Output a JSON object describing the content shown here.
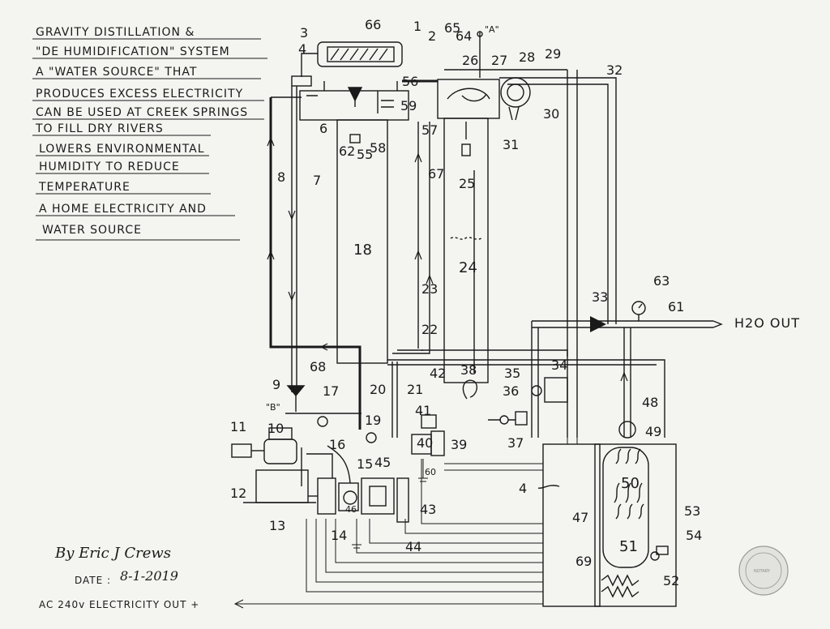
{
  "title_block": {
    "lines": [
      "GRAVITY DISTILLATION &",
      "\"DE HUMIDIFICATION\" SYSTEM",
      "A \"WATER SOURCE\" THAT",
      "PRODUCES EXCESS ELECTRICITY",
      "CAN BE USED AT CREEK SPRINGS",
      "TO FILL DRY RIVERS",
      "LOWERS ENVIRONMENTAL",
      "HUMIDITY TO REDUCE",
      "TEMPERATURE",
      "A HOME ELECTRICITY AND",
      "WATER SOURCE"
    ]
  },
  "signature": {
    "name": "By Eric J Crews",
    "date_label": "DATE :",
    "date": "8-1-2019"
  },
  "electricity_out": {
    "label": "AC 240v ELECTRICITY OUT +"
  },
  "water_out": {
    "label": "H2O OUT"
  },
  "point_labels": {
    "a": "\"A\"",
    "b": "\"B\""
  },
  "stamp": {
    "text": "NOTARY"
  },
  "reference_numbers": {
    "n1": "1",
    "n2": "2",
    "n3": "3",
    "n4": "4",
    "n4b": "4",
    "n6": "6",
    "n7": "7",
    "n8": "8",
    "n9": "9",
    "n10": "10",
    "n11": "11",
    "n12": "12",
    "n13": "13",
    "n14": "14",
    "n15": "15",
    "n16": "16",
    "n17": "17",
    "n18": "18",
    "n19": "19",
    "n20": "20",
    "n21": "21",
    "n22": "22",
    "n23": "23",
    "n24": "24",
    "n25": "25",
    "n26": "26",
    "n27": "27",
    "n28": "28",
    "n29": "29",
    "n30": "30",
    "n31": "31",
    "n32": "32",
    "n33": "33",
    "n34": "34",
    "n35": "35",
    "n36": "36",
    "n37": "37",
    "n38": "38",
    "n39": "39",
    "n40": "40",
    "n41": "41",
    "n42": "42",
    "n43": "43",
    "n44": "44",
    "n45": "45",
    "n46": "46",
    "n47": "47",
    "n48": "48",
    "n49": "49",
    "n50": "50",
    "n51": "51",
    "n52": "52",
    "n53": "53",
    "n54": "54",
    "n55": "55",
    "n56": "56",
    "n57": "57",
    "n58": "58",
    "n59": "59",
    "n60": "60",
    "n61": "61",
    "n62": "62",
    "n63": "63",
    "n64": "64",
    "n65": "65",
    "n66": "66",
    "n67": "67",
    "n68": "68",
    "n69": "69"
  },
  "colors": {
    "ink": "#1a1a1a",
    "paper": "#f4f4f1",
    "stamp": "#9a9a9a"
  }
}
